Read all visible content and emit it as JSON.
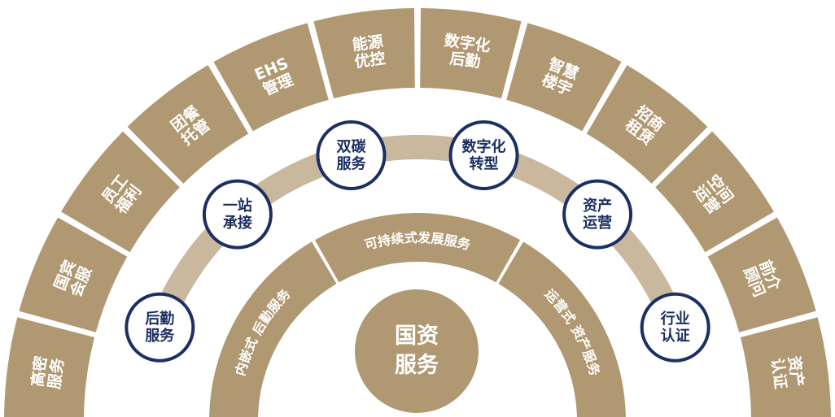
{
  "colors": {
    "segment_fill": "#b09872",
    "track_fill": "#c9b89e",
    "circle_stroke": "#1c2f63",
    "circle_text": "#1c2f63",
    "inner_fill": "#b09872",
    "center_fill": "#b09872",
    "text_on_tan": "#ffffff"
  },
  "center": {
    "lines": [
      "国资",
      "服务"
    ]
  },
  "inner_ring": [
    {
      "name": "inner-segment-embedded",
      "text": "内嵌式 后勤服务"
    },
    {
      "name": "inner-segment-sustainable",
      "text": "可持续式发展服务"
    },
    {
      "name": "inner-segment-operational",
      "text": "运营式 资产服务"
    }
  ],
  "middle_ring": [
    {
      "name": "node-logistics",
      "lines": [
        "后勤",
        "服务"
      ]
    },
    {
      "name": "node-one-stop",
      "lines": [
        "一站",
        "承接"
      ]
    },
    {
      "name": "node-dual-carbon",
      "lines": [
        "双碳",
        "服务"
      ]
    },
    {
      "name": "node-digital-transform",
      "lines": [
        "数字化",
        "转型"
      ]
    },
    {
      "name": "node-asset-operation",
      "lines": [
        "资产",
        "运营"
      ]
    },
    {
      "name": "node-industry-cert",
      "lines": [
        "行业",
        "认证"
      ]
    }
  ],
  "outer_ring": [
    {
      "name": "segment-high-secret",
      "lines": [
        "高密",
        "服务"
      ]
    },
    {
      "name": "segment-state-guest",
      "lines": [
        "国宾",
        "会服"
      ]
    },
    {
      "name": "segment-employee-welfare",
      "lines": [
        "员工",
        "福利"
      ]
    },
    {
      "name": "segment-catering",
      "lines": [
        "团餐",
        "托管"
      ]
    },
    {
      "name": "segment-ehs",
      "lines": [
        "EHS",
        "管理"
      ]
    },
    {
      "name": "segment-energy",
      "lines": [
        "能源",
        "优控"
      ]
    },
    {
      "name": "segment-digital-logistics",
      "lines": [
        "数字化",
        "后勤"
      ]
    },
    {
      "name": "segment-smart-building",
      "lines": [
        "智慧",
        "楼宇"
      ]
    },
    {
      "name": "segment-leasing",
      "lines": [
        "招商",
        "租赁"
      ]
    },
    {
      "name": "segment-space-operation",
      "lines": [
        "空间",
        "运营"
      ]
    },
    {
      "name": "segment-advisor",
      "lines": [
        "前介",
        "顾问"
      ]
    },
    {
      "name": "segment-asset-cert",
      "lines": [
        "资产",
        "认证"
      ]
    }
  ]
}
